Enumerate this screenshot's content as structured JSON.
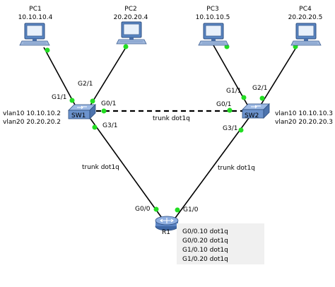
{
  "colors": {
    "link": "#000000",
    "port_dot": "#22dd22",
    "pc_blue": "#5a86c2",
    "switch_blue": "#6c93cd",
    "router_blue": "#5b84c4",
    "config_bg": "#f0f0f0"
  },
  "pcs": [
    {
      "name": "PC1",
      "ip": "10.10.10.4",
      "icon": "pc-icon"
    },
    {
      "name": "PC2",
      "ip": "20.20.20.4",
      "icon": "pc-icon"
    },
    {
      "name": "PC3",
      "ip": "10.10.10.5",
      "icon": "pc-icon"
    },
    {
      "name": "PC4",
      "ip": "20.20.20.5",
      "icon": "pc-icon"
    }
  ],
  "switches": [
    {
      "name": "SW1",
      "icon": "switch-icon",
      "vlans": [
        "vlan10 10.10.10.2",
        "vlan20 20.20.20.2"
      ]
    },
    {
      "name": "SW2",
      "icon": "switch-icon",
      "vlans": [
        "vlan10 10.10.10.3",
        "vlan20 20.20.20.3"
      ]
    }
  ],
  "router": {
    "name": "R1",
    "icon": "router-icon",
    "subinterfaces": [
      "G0/0.10 dot1q",
      "G0/0.20 dot1q",
      "G1/0.10 dot1q",
      "G1/0.20 dot1q"
    ]
  },
  "ports": {
    "sw1_g1_1": "G1/1",
    "sw1_g2_1": "G2/1",
    "sw1_g0_1": "G0/1",
    "sw1_g3_1": "G3/1",
    "sw2_g0_1": "G0/1",
    "sw2_g1_1": "G1/1",
    "sw2_g2_1": "G2/1",
    "sw2_g3_1": "G3/1",
    "r1_g0_0": "G0/0",
    "r1_g1_0": "G1/0"
  },
  "links": {
    "sw1_sw2": "trunk dot1q",
    "sw1_r1": "trunk dot1q",
    "sw2_r1": "trunk dot1q"
  }
}
